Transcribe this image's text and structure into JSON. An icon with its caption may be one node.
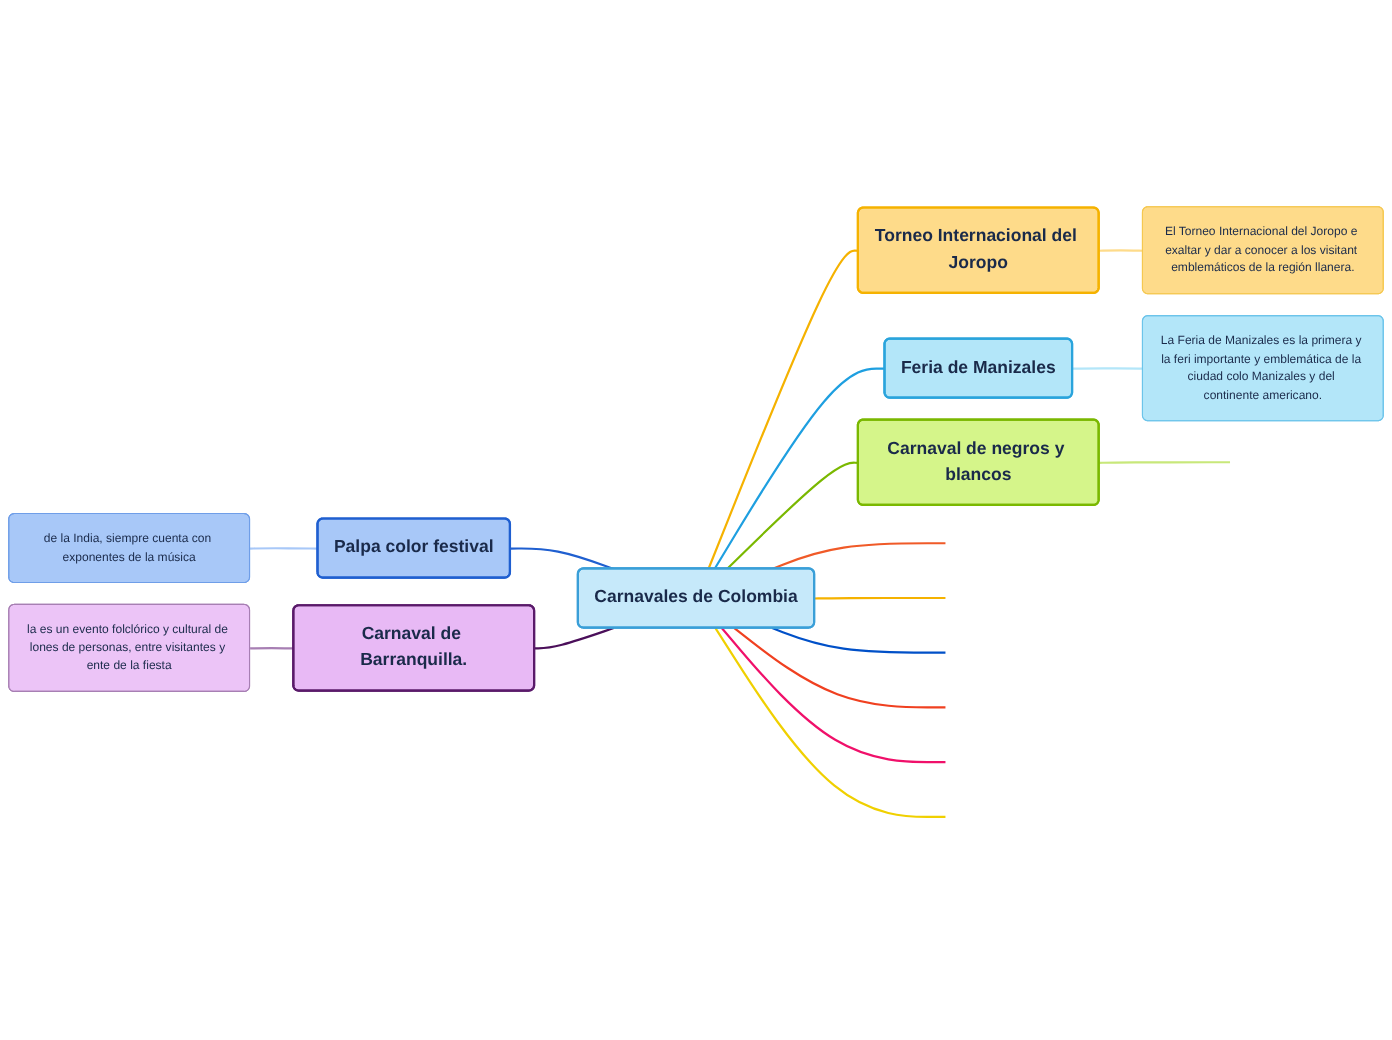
{
  "diagram": {
    "nodes": [
      {
        "text": [
          "Carnavales de Colombia"
        ]
      },
      {
        "text": [
          "Palpa color festival"
        ]
      },
      {
        "text": [
          "de la India, siempre cuenta con exponentes de la música"
        ]
      },
      {
        "text": [
          "Torneo Internacional del Joropo"
        ]
      },
      {
        "text": [
          "El Torneo Internacional del Joropo e exaltar y dar a conocer a los visitant emblemáticos de la región llanera."
        ]
      },
      {
        "text": [
          "Feria de Manizales"
        ]
      },
      {
        "text": [
          "La Feria de Manizales es la primera y la feri importante y emblemática de la ciudad colo Manizales y del continente americano."
        ]
      },
      {
        "text": [
          "Carnaval de Barranquilla."
        ]
      },
      {
        "text": [
          "la es un evento folclórico y cultural de lones de personas, entre visitantes y ente de la fiesta"
        ]
      },
      {
        "text": [
          "Carnaval de negros y blancos"
        ]
      }
    ],
    "edges": [
      {
        "from": 2,
        "to": 1,
        "arrow": "none",
        "color": "#a8c8f8"
      },
      {
        "from": 1,
        "to": 0,
        "arrow": "none",
        "color": "#1f5fd0"
      },
      {
        "from": 0,
        "to": 3,
        "arrow": "none",
        "color": "#f5b200"
      },
      {
        "from": 3,
        "to": 4,
        "arrow": "none",
        "color": "#fedb8a"
      },
      {
        "from": 0,
        "to": 5,
        "arrow": "none",
        "color": "#1e9fe0"
      },
      {
        "from": 5,
        "to": 6,
        "arrow": "none",
        "color": "#b3e6f9"
      },
      {
        "from": 8,
        "to": 7,
        "arrow": "none",
        "color": "#a77fb3"
      },
      {
        "from": 7,
        "to": 0,
        "arrow": "none",
        "color": "#4b0f5a"
      },
      {
        "from": 0,
        "to": 9,
        "arrow": "none",
        "color": "#7ab800"
      },
      {
        "from": 9,
        "to": null,
        "arrow": "none",
        "color": "#c8e87a"
      },
      {
        "from": 0,
        "to": null,
        "arrow": "none",
        "color": "#f05a28"
      },
      {
        "from": 0,
        "to": null,
        "arrow": "none",
        "color": "#f5b200"
      },
      {
        "from": 0,
        "to": null,
        "arrow": "none",
        "color": "#0050c8"
      },
      {
        "from": 0,
        "to": null,
        "arrow": "none",
        "color": "#f04020"
      },
      {
        "from": 0,
        "to": null,
        "arrow": "none",
        "color": "#f0106a"
      },
      {
        "from": 0,
        "to": null,
        "arrow": "none",
        "color": "#f0d000"
      }
    ]
  }
}
